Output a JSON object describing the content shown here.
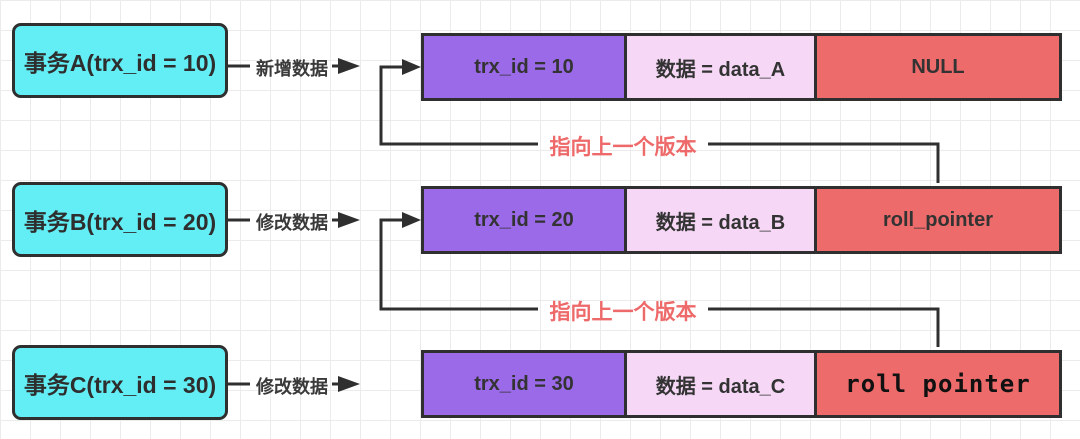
{
  "diagram": {
    "topic": "MVCC version chain"
  },
  "palette": {
    "transaction_box": "#63eef5",
    "trx_id_cell": "#9b6ae8",
    "data_cell": "#f6d8f6",
    "roll_pointer_cell": "#ed6b6b",
    "line_color": "#2f2f2f",
    "pointer_label_color": "#ee6a6a",
    "grid_line": "#ebebeb"
  },
  "transactions": [
    {
      "label": "事务A(trx_id = 10)",
      "action": "新增数据"
    },
    {
      "label": "事务B(trx_id = 20)",
      "action": "修改数据"
    },
    {
      "label": "事务C(trx_id = 30)",
      "action": "修改数据"
    }
  ],
  "versions": [
    {
      "trx": "trx_id = 10",
      "data": "数据 = data_A",
      "roll": "NULL"
    },
    {
      "trx": "trx_id = 20",
      "data": "数据 = data_B",
      "roll": "roll_pointer"
    },
    {
      "trx": "trx_id = 30",
      "data": "数据 = data_C",
      "roll": "roll pointer"
    }
  ],
  "pointer_labels": [
    "指向上一个版本",
    "指向上一个版本"
  ]
}
